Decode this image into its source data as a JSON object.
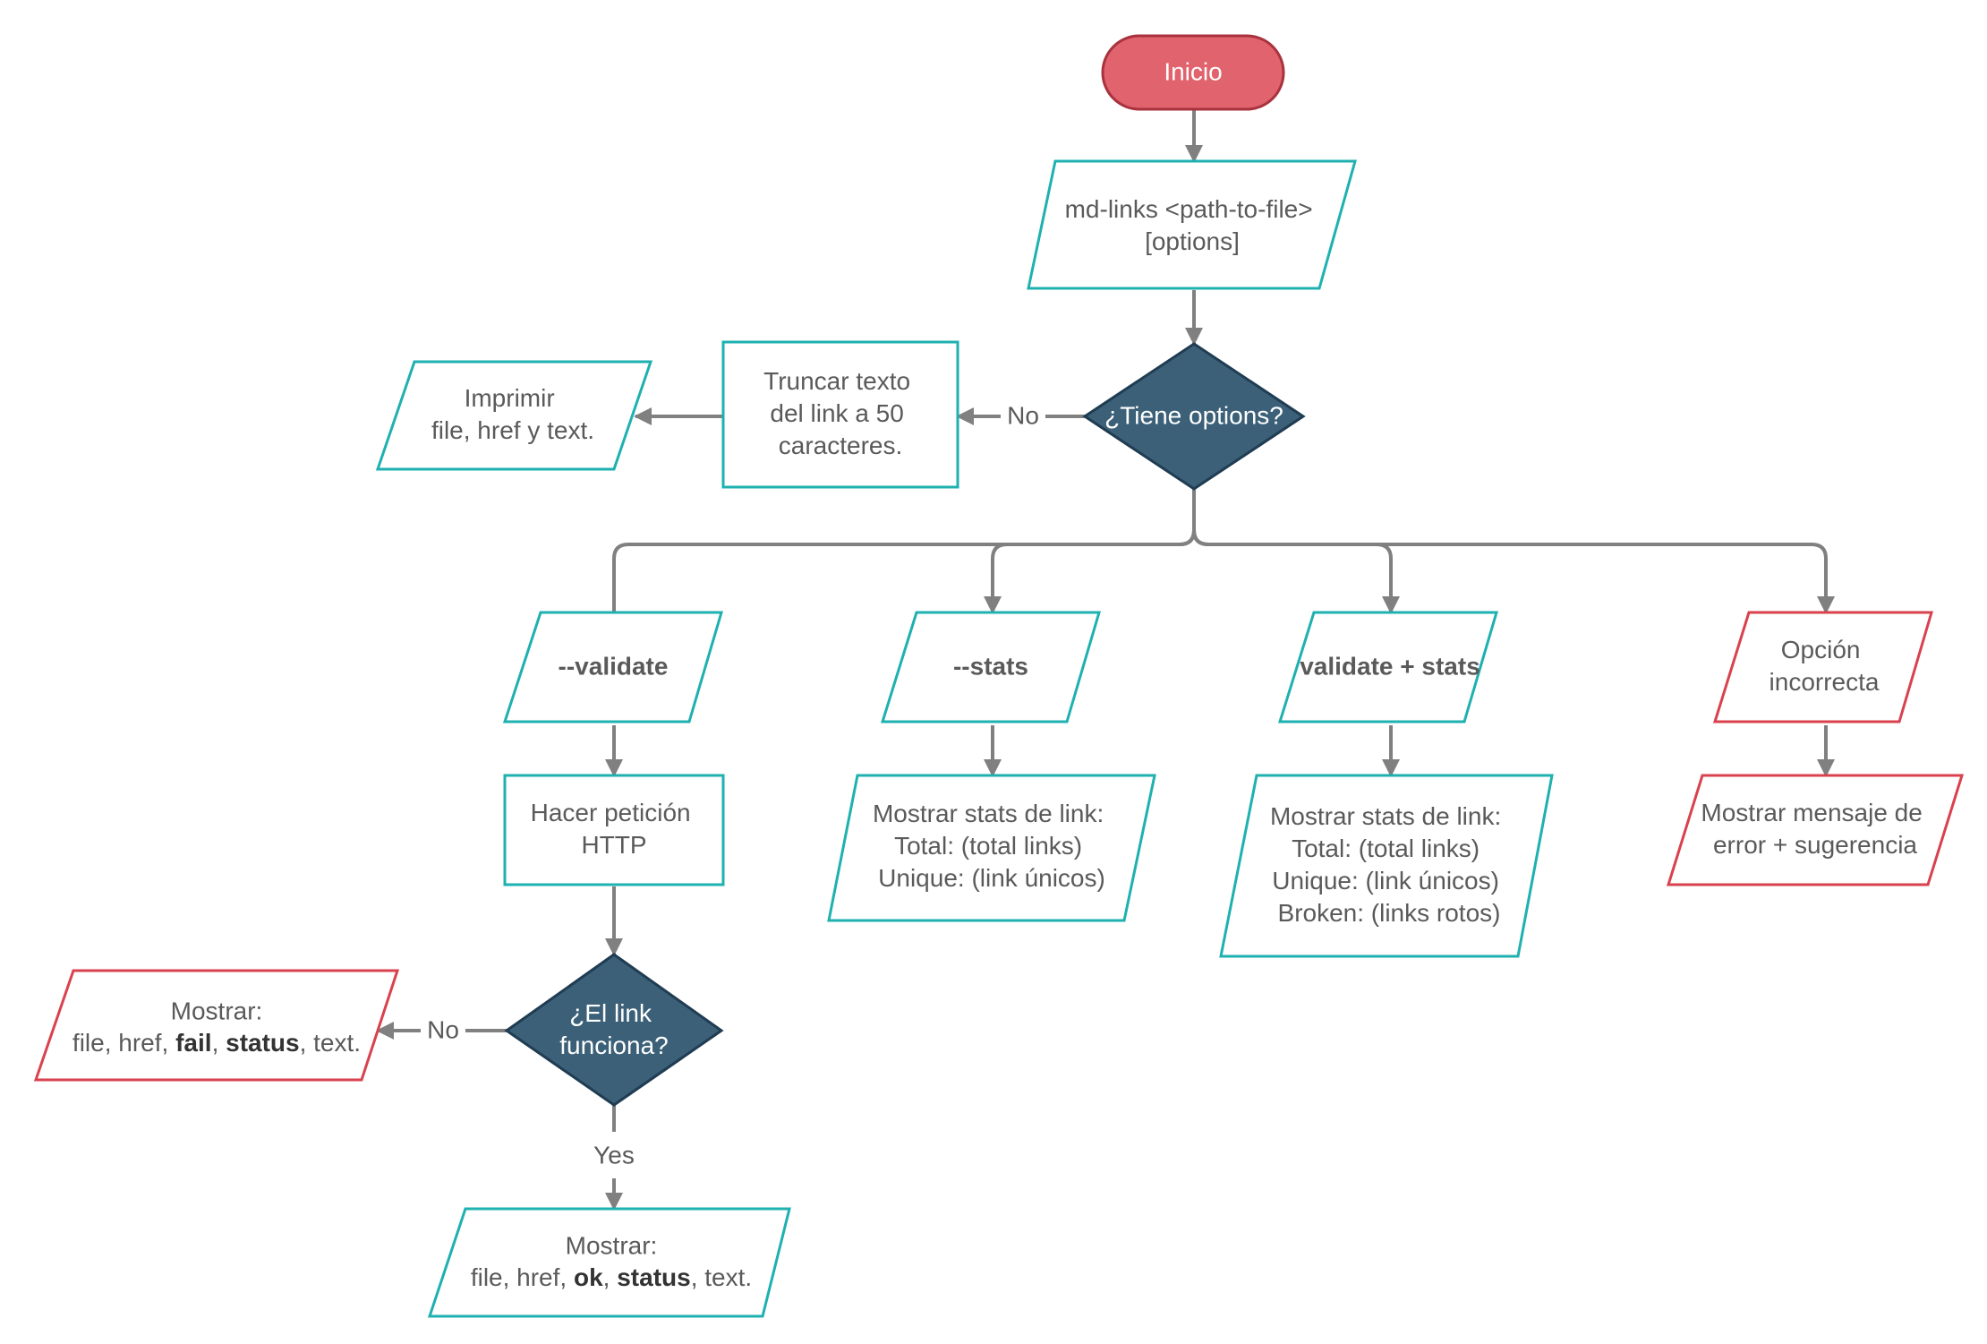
{
  "colors": {
    "teal": "#1fb0b0",
    "red": "#d9414e",
    "start_fill": "#e0636e",
    "start_stroke": "#a8323d",
    "decision_fill": "#3b6078",
    "decision_stroke": "#1f3c52",
    "connector": "#808080",
    "text": "#5a5a5a"
  },
  "nodes": {
    "start": {
      "label": "Inicio"
    },
    "input_cmd": {
      "lines": [
        "md-links <path-to-file>",
        "[options]"
      ]
    },
    "has_options": {
      "label": "¿Tiene options?"
    },
    "truncate": {
      "lines": [
        "Truncar texto",
        "del link a 50",
        "caracteres."
      ]
    },
    "print_default": {
      "lines": [
        "Imprimir",
        "file, href y text."
      ]
    },
    "opt_validate": {
      "label": "--validate"
    },
    "opt_stats": {
      "label": "--stats"
    },
    "opt_validate_stats": {
      "label": "validate + stats"
    },
    "opt_incorrect": {
      "lines": [
        "Opción",
        "incorrecta"
      ]
    },
    "http_request": {
      "lines": [
        "Hacer petición",
        "HTTP"
      ]
    },
    "link_works": {
      "lines": [
        "¿El link",
        "funciona?"
      ]
    },
    "show_fail": {
      "title": "Mostrar:",
      "pre": "file, href, ",
      "flag": "fail",
      "sep": ", ",
      "status": "status",
      "post": ", text."
    },
    "show_ok": {
      "title": "Mostrar:",
      "pre": "file, href, ",
      "flag": "ok",
      "sep": ", ",
      "status": "status",
      "post": ", text."
    },
    "stats_out": {
      "lines": [
        "Mostrar stats de link:",
        "Total: (total links)",
        "Unique: (link únicos)"
      ]
    },
    "validate_stats_out": {
      "lines": [
        "Mostrar stats de link:",
        "Total: (total links)",
        "Unique: (link únicos)",
        "Broken: (links rotos)"
      ]
    },
    "error_out": {
      "lines": [
        "Mostrar mensaje de",
        "error + sugerencia"
      ]
    }
  },
  "edges": {
    "options_no": "No",
    "link_no": "No",
    "link_yes": "Yes"
  }
}
